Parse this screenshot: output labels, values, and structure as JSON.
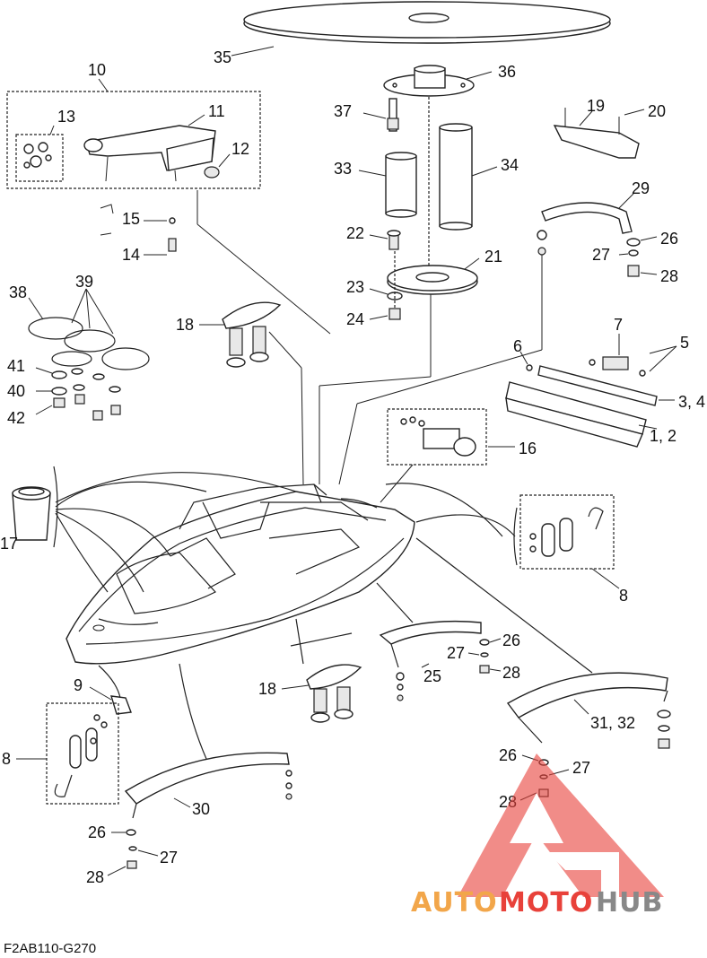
{
  "diagram_code": "F2AB110-G270",
  "watermark": {
    "part1": "AUTO",
    "part2": "MOTO",
    "part3": "HUB",
    "color_orange": "#f2a64a",
    "color_red": "#e8413a",
    "color_gray": "#888888"
  },
  "callouts": {
    "c35": "35",
    "c36": "36",
    "c37": "37",
    "c33": "33",
    "c34": "34",
    "c10": "10",
    "c13": "13",
    "c11": "11",
    "c12": "12",
    "c15": "15",
    "c14": "14",
    "c19": "19",
    "c20": "20",
    "c29": "29",
    "c26a": "26",
    "c27a": "27",
    "c28a": "28",
    "c22": "22",
    "c21": "21",
    "c23": "23",
    "c24": "24",
    "c38": "38",
    "c39": "39",
    "c41": "41",
    "c40": "40",
    "c42": "42",
    "c18a": "18",
    "c7": "7",
    "c6": "6",
    "c5": "5",
    "c34b": "3, 4",
    "c12b": "1, 2",
    "c16": "16",
    "c17": "17",
    "c8a": "8",
    "c26b": "26",
    "c27b": "27",
    "c28b": "28",
    "c25": "25",
    "c9": "9",
    "c18b": "18",
    "c8b": "8",
    "c3132": "31, 32",
    "c26c": "26",
    "c27c": "27",
    "c28c": "28",
    "c30": "30",
    "c26d": "26",
    "c27d": "27",
    "c28d": "28"
  }
}
